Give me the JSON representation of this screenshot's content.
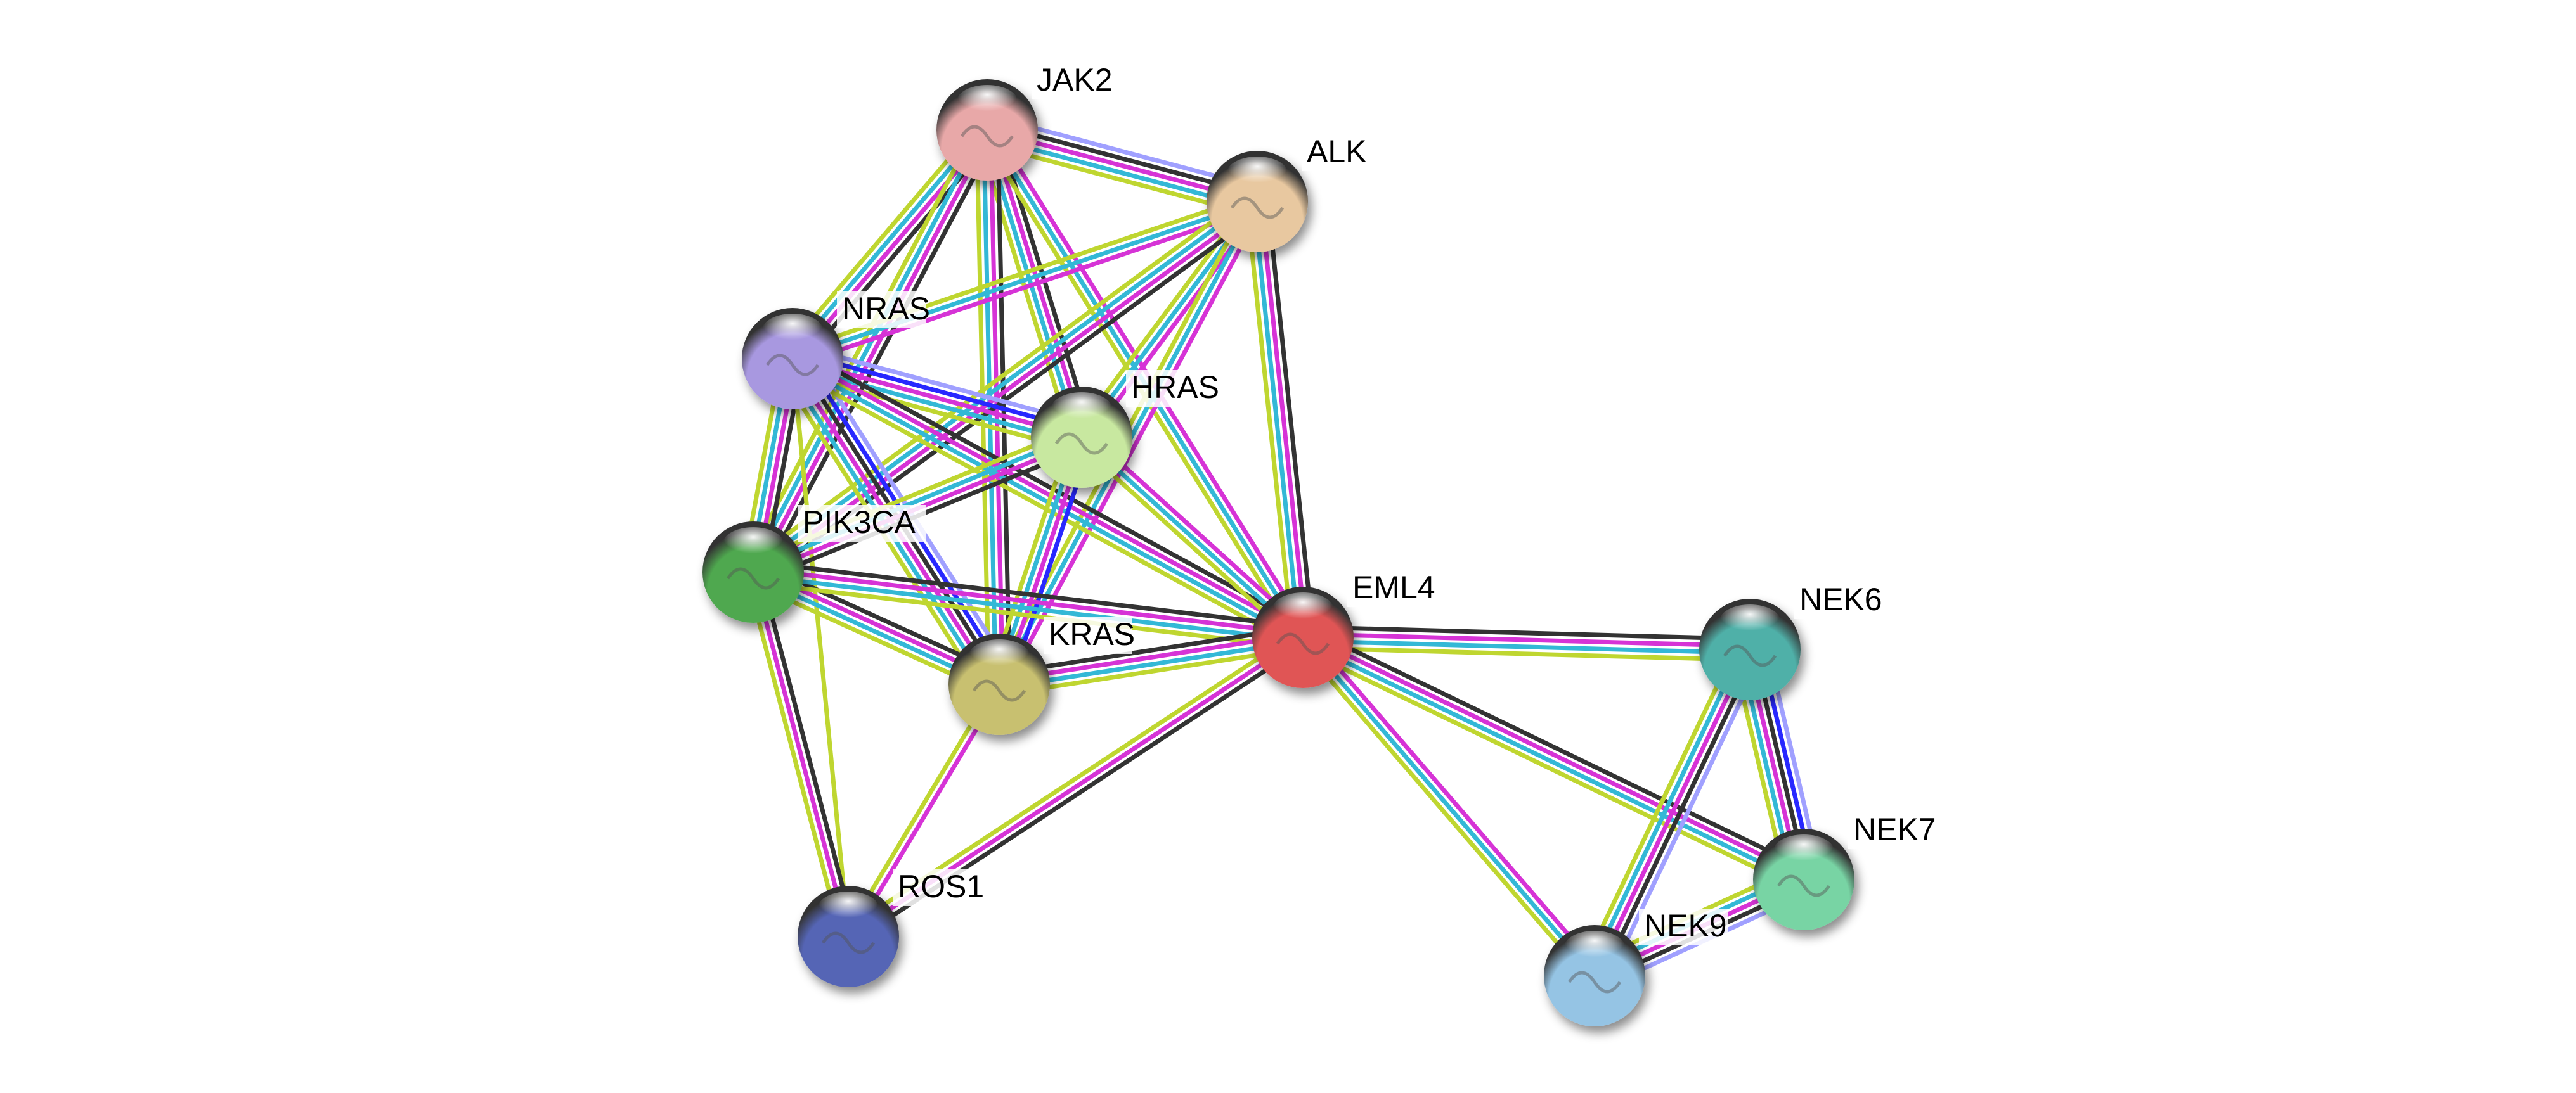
{
  "channel_colors": {
    "homology": "#a0a0ff",
    "cooccurrence": "#2828ff",
    "coexpression": "#333333",
    "experiments": "#d633d6",
    "databases": "#33b8d6",
    "textmining": "#bfd630"
  },
  "nodes": [
    {
      "id": "JAK2",
      "label": "JAK2",
      "color": "#e8a8a8"
    },
    {
      "id": "ALK",
      "label": "ALK",
      "color": "#e8c8a0"
    },
    {
      "id": "NRAS",
      "label": "NRAS",
      "color": "#a898e0"
    },
    {
      "id": "HRAS",
      "label": "HRAS",
      "color": "#c8e8a0"
    },
    {
      "id": "PIK3CA",
      "label": "PIK3CA",
      "color": "#4fa84f"
    },
    {
      "id": "EML4",
      "label": "EML4",
      "color": "#e05555"
    },
    {
      "id": "KRAS",
      "label": "KRAS",
      "color": "#c8c070"
    },
    {
      "id": "ROS1",
      "label": "ROS1",
      "color": "#5565b5"
    },
    {
      "id": "NEK6",
      "label": "NEK6",
      "color": "#50b0a8"
    },
    {
      "id": "NEK7",
      "label": "NEK7",
      "color": "#78d4a4"
    },
    {
      "id": "NEK9",
      "label": "NEK9",
      "color": "#95c4e4"
    }
  ],
  "edges": [
    {
      "a": "JAK2",
      "b": "ALK",
      "ch": [
        "homology",
        "coexpression",
        "experiments",
        "databases",
        "textmining"
      ]
    },
    {
      "a": "JAK2",
      "b": "NRAS",
      "ch": [
        "coexpression",
        "experiments",
        "databases",
        "textmining"
      ]
    },
    {
      "a": "JAK2",
      "b": "HRAS",
      "ch": [
        "coexpression",
        "experiments",
        "databases",
        "textmining"
      ]
    },
    {
      "a": "JAK2",
      "b": "KRAS",
      "ch": [
        "coexpression",
        "experiments",
        "databases",
        "textmining"
      ]
    },
    {
      "a": "JAK2",
      "b": "PIK3CA",
      "ch": [
        "coexpression",
        "experiments",
        "databases",
        "textmining"
      ]
    },
    {
      "a": "JAK2",
      "b": "EML4",
      "ch": [
        "experiments",
        "databases",
        "textmining"
      ]
    },
    {
      "a": "ALK",
      "b": "NRAS",
      "ch": [
        "experiments",
        "databases",
        "textmining"
      ]
    },
    {
      "a": "ALK",
      "b": "HRAS",
      "ch": [
        "experiments",
        "databases",
        "textmining"
      ]
    },
    {
      "a": "ALK",
      "b": "KRAS",
      "ch": [
        "experiments",
        "databases",
        "textmining"
      ]
    },
    {
      "a": "ALK",
      "b": "PIK3CA",
      "ch": [
        "coexpression",
        "experiments",
        "databases",
        "textmining"
      ]
    },
    {
      "a": "ALK",
      "b": "EML4",
      "ch": [
        "coexpression",
        "experiments",
        "databases",
        "textmining"
      ]
    },
    {
      "a": "NRAS",
      "b": "HRAS",
      "ch": [
        "homology",
        "cooccurrence",
        "experiments",
        "databases",
        "textmining"
      ]
    },
    {
      "a": "NRAS",
      "b": "KRAS",
      "ch": [
        "homology",
        "cooccurrence",
        "coexpression",
        "experiments",
        "databases",
        "textmining"
      ]
    },
    {
      "a": "NRAS",
      "b": "PIK3CA",
      "ch": [
        "coexpression",
        "experiments",
        "databases",
        "textmining"
      ]
    },
    {
      "a": "NRAS",
      "b": "EML4",
      "ch": [
        "coexpression",
        "experiments",
        "databases",
        "textmining"
      ]
    },
    {
      "a": "NRAS",
      "b": "ROS1",
      "ch": [
        "textmining"
      ]
    },
    {
      "a": "HRAS",
      "b": "PIK3CA",
      "ch": [
        "coexpression",
        "experiments",
        "databases",
        "textmining"
      ]
    },
    {
      "a": "HRAS",
      "b": "KRAS",
      "ch": [
        "cooccurrence",
        "experiments",
        "databases",
        "textmining"
      ]
    },
    {
      "a": "HRAS",
      "b": "EML4",
      "ch": [
        "experiments",
        "databases",
        "textmining"
      ]
    },
    {
      "a": "PIK3CA",
      "b": "KRAS",
      "ch": [
        "coexpression",
        "experiments",
        "databases",
        "textmining"
      ]
    },
    {
      "a": "PIK3CA",
      "b": "EML4",
      "ch": [
        "coexpression",
        "experiments",
        "databases",
        "textmining"
      ]
    },
    {
      "a": "PIK3CA",
      "b": "ROS1",
      "ch": [
        "coexpression",
        "experiments",
        "textmining"
      ]
    },
    {
      "a": "KRAS",
      "b": "EML4",
      "ch": [
        "coexpression",
        "experiments",
        "databases",
        "textmining"
      ]
    },
    {
      "a": "KRAS",
      "b": "ROS1",
      "ch": [
        "experiments",
        "textmining"
      ]
    },
    {
      "a": "EML4",
      "b": "ROS1",
      "ch": [
        "coexpression",
        "experiments",
        "textmining"
      ]
    },
    {
      "a": "EML4",
      "b": "NEK6",
      "ch": [
        "coexpression",
        "experiments",
        "databases",
        "textmining"
      ]
    },
    {
      "a": "EML4",
      "b": "NEK7",
      "ch": [
        "coexpression",
        "experiments",
        "databases",
        "textmining"
      ]
    },
    {
      "a": "EML4",
      "b": "NEK9",
      "ch": [
        "experiments",
        "databases",
        "textmining"
      ]
    },
    {
      "a": "NEK6",
      "b": "NEK7",
      "ch": [
        "homology",
        "cooccurrence",
        "coexpression",
        "experiments",
        "databases",
        "textmining"
      ]
    },
    {
      "a": "NEK6",
      "b": "NEK9",
      "ch": [
        "homology",
        "coexpression",
        "experiments",
        "databases",
        "textmining"
      ]
    },
    {
      "a": "NEK7",
      "b": "NEK9",
      "ch": [
        "homology",
        "coexpression",
        "experiments",
        "databases",
        "textmining"
      ]
    }
  ]
}
